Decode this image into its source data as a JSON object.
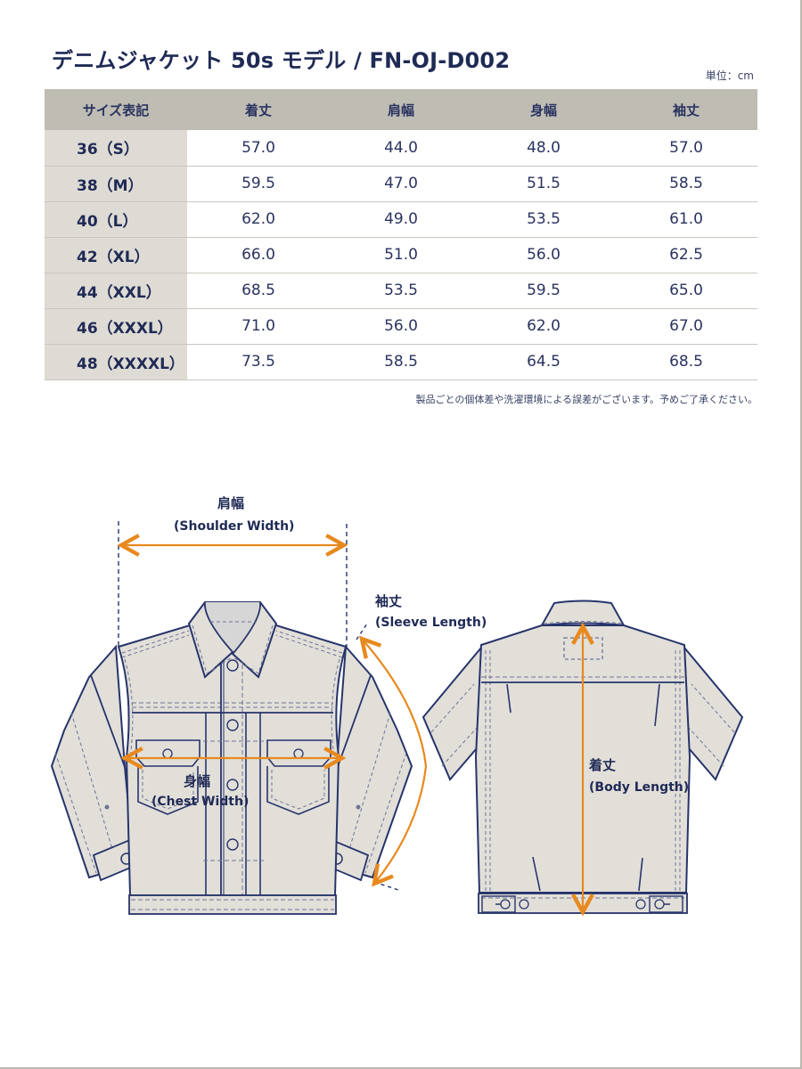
{
  "header": {
    "title": "デニムジャケット 50s モデル / FN-OJ-D002",
    "unit": "単位：cm"
  },
  "table": {
    "columns": [
      "サイズ表記",
      "着丈",
      "肩幅",
      "身幅",
      "袖丈"
    ],
    "rows": [
      {
        "size": "36（S）",
        "values": [
          "57.0",
          "44.0",
          "48.0",
          "57.0"
        ]
      },
      {
        "size": "38（M）",
        "values": [
          "59.5",
          "47.0",
          "51.5",
          "58.5"
        ]
      },
      {
        "size": "40（L）",
        "values": [
          "62.0",
          "49.0",
          "53.5",
          "61.0"
        ]
      },
      {
        "size": "42（XL）",
        "values": [
          "66.0",
          "51.0",
          "56.0",
          "62.5"
        ]
      },
      {
        "size": "44（XXL）",
        "values": [
          "68.5",
          "53.5",
          "59.5",
          "65.0"
        ]
      },
      {
        "size": "46（XXXL）",
        "values": [
          "71.0",
          "56.0",
          "62.0",
          "67.0"
        ]
      },
      {
        "size": "48（XXXXL）",
        "values": [
          "73.5",
          "58.5",
          "64.5",
          "68.5"
        ]
      }
    ]
  },
  "note": "製品ごとの個体差や洗濯環境による誤差がございます。予めご了承ください。",
  "diagram": {
    "shoulder": {
      "jp": "肩幅",
      "en": "(Shoulder Width)"
    },
    "sleeve": {
      "jp": "袖丈",
      "en": "(Sleeve Length)"
    },
    "chest": {
      "jp": "身幅",
      "en": "(Chest Width)"
    },
    "body": {
      "jp": "着丈",
      "en": "(Body Length)"
    },
    "colors": {
      "fabric": "#e2dfd9",
      "outline": "#27346b",
      "stitch": "#6d7495",
      "arrow": "#e8891e"
    }
  }
}
